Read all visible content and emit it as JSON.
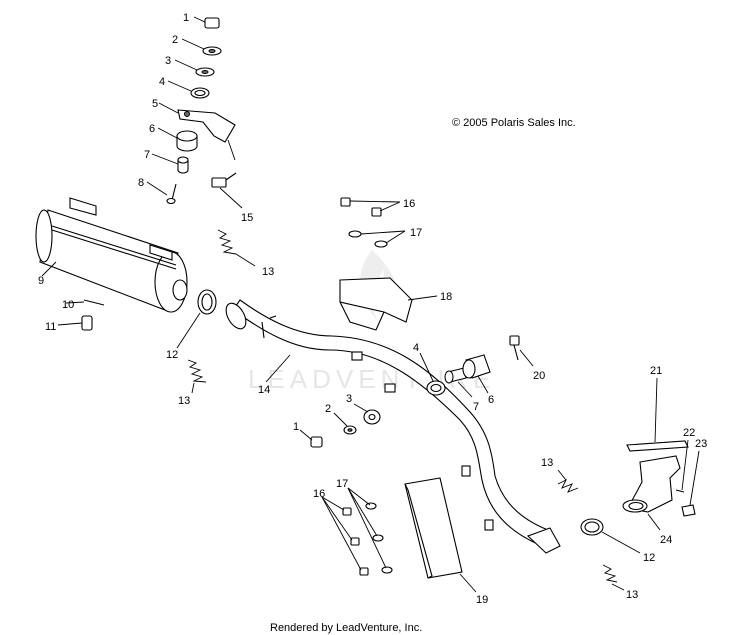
{
  "copyright": "© 2005 Polaris Sales Inc.",
  "footer": "Rendered by LeadVenture, Inc.",
  "watermark": "LEADVENTURE",
  "callouts": [
    "1",
    "2",
    "3",
    "4",
    "5",
    "6",
    "7",
    "8",
    "9",
    "10",
    "11",
    "12",
    "13",
    "14",
    "15",
    "16",
    "17",
    "18",
    "19",
    "20",
    "21",
    "22",
    "23",
    "24"
  ]
}
